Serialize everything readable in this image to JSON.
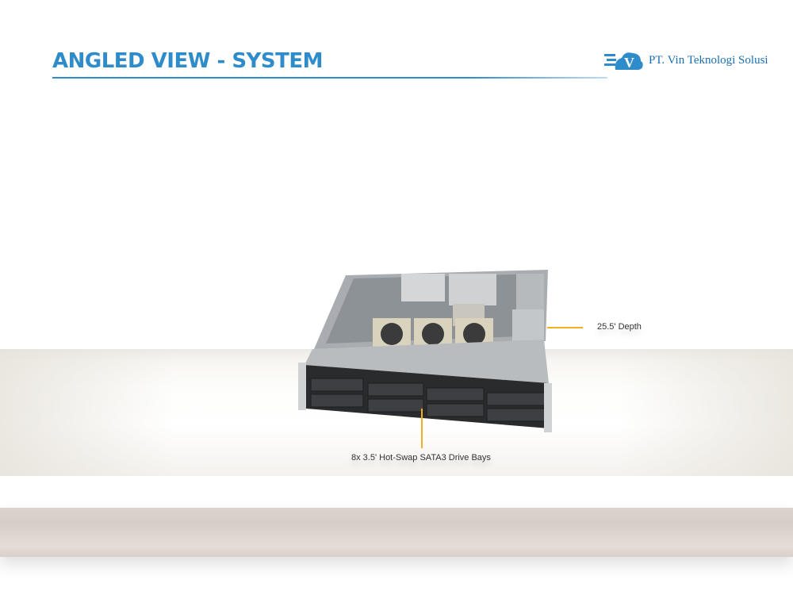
{
  "slide": {
    "title": "ANGLED VIEW - SYSTEM",
    "logo": {
      "text": "PT. Vin Teknologi Solusi",
      "mark": "V",
      "accent": "#2f8ccb"
    }
  },
  "figure": {
    "image": "server-2u-angled-view",
    "callouts": [
      {
        "label": "25.5' Depth"
      },
      {
        "label": "8x 3.5' Hot-Swap  SATA3 Drive Bays"
      }
    ],
    "callout_color": "#f2b01e"
  }
}
